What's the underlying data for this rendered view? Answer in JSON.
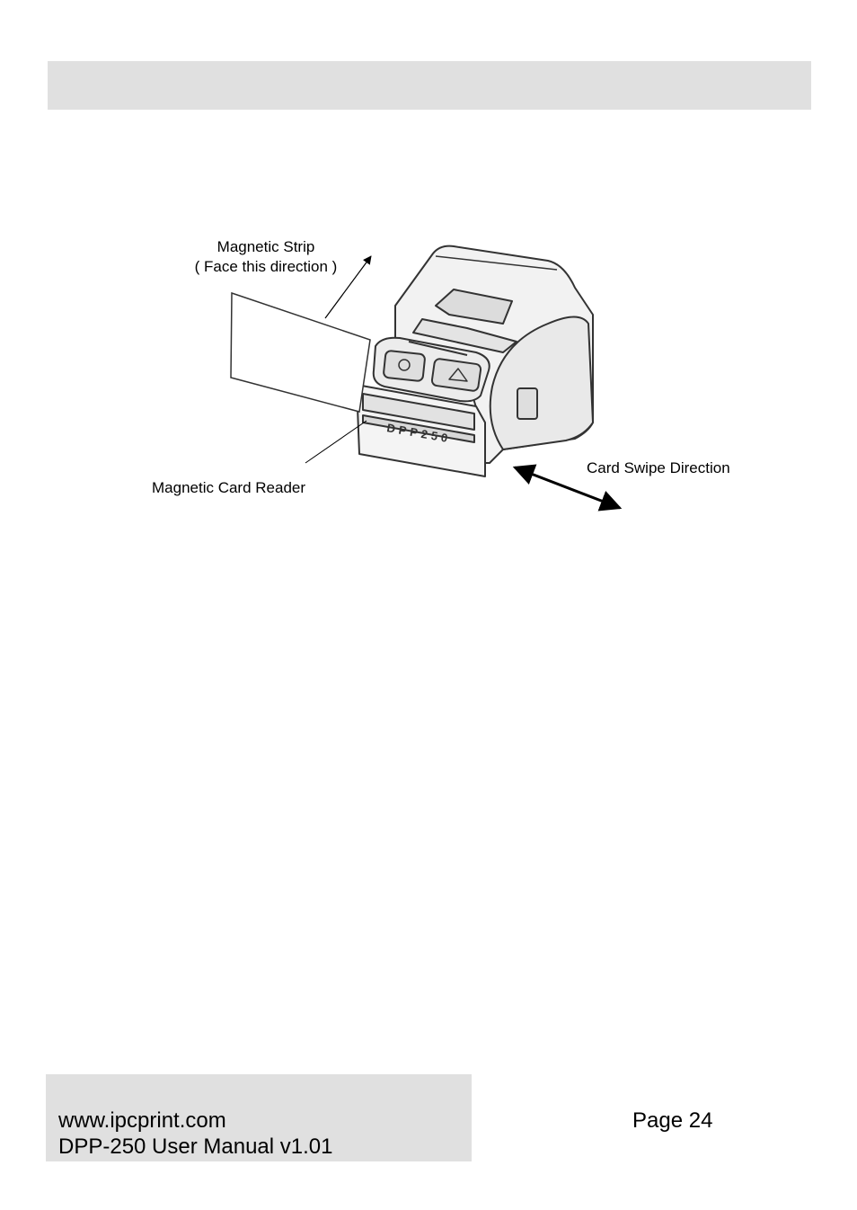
{
  "figure": {
    "strip_label_line1": "Magnetic Strip",
    "strip_label_line2": "( Face this direction )",
    "reader_label": "Magnetic Card Reader",
    "swipe_label": "Card Swipe Direction",
    "device_model_text": "DPP250"
  },
  "footer": {
    "url": "www.ipcprint.com",
    "manual": "DPP-250 User Manual v1.01",
    "page": "Page 24"
  },
  "colors": {
    "band": "#e0e0e0",
    "device_outline": "#333333",
    "device_fill": "#f2f2f2"
  }
}
